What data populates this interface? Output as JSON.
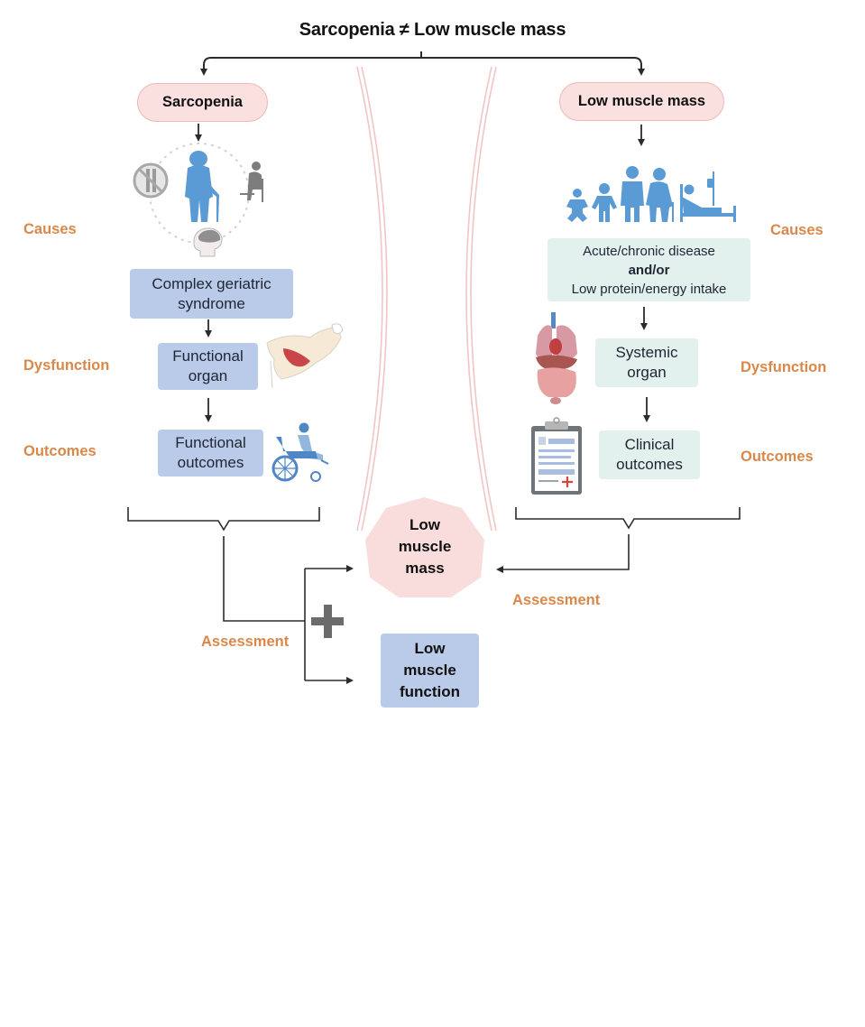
{
  "title": "Sarcopenia ≠ Low muscle mass",
  "colors": {
    "orange_label": "#d9884a",
    "pink_fill": "#fbe0e0",
    "pink_border": "#efb7b9",
    "blue_box": "#b9cbe8",
    "teal_box": "#e2f0ee",
    "icon_blue": "#5b9bd5",
    "connector": "#2b2b2b"
  },
  "left": {
    "header": "Sarcopenia",
    "row_labels": {
      "causes": "Causes",
      "dysfunction": "Dysfunction",
      "outcomes": "Outcomes"
    },
    "boxes": {
      "causes": [
        "Complex geriatric",
        "syndrome"
      ],
      "dysfunction": [
        "Functional",
        "organ"
      ],
      "outcomes": [
        "Functional",
        "outcomes"
      ]
    },
    "icons": [
      "elderly-person-with-cane-icon",
      "prohibited-immobility-icon",
      "seated-elderly-person-icon",
      "brain-head-icon",
      "arm-muscle-icon",
      "wheelchair-user-icon"
    ],
    "assessment_label": "Assessment"
  },
  "right": {
    "header": "Low muscle mass",
    "row_labels": {
      "causes": "Causes",
      "dysfunction": "Dysfunction",
      "outcomes": "Outcomes"
    },
    "boxes": {
      "causes": {
        "line1": "Acute/chronic disease",
        "line2": "and/or",
        "line3": "Low protein/energy intake"
      },
      "dysfunction": [
        "Systemic",
        "organ"
      ],
      "outcomes": [
        "Clinical",
        "outcomes"
      ]
    },
    "icons": [
      "baby-icon",
      "child-icon",
      "adult-icon",
      "elderly-icon",
      "hospital-bed-patient-icon",
      "internal-organs-icon",
      "clinical-clipboard-icon"
    ],
    "assessment_label": "Assessment"
  },
  "center": {
    "low_muscle_mass": [
      "Low",
      "muscle",
      "mass"
    ],
    "low_muscle_function": [
      "Low",
      "muscle",
      "function"
    ],
    "plus_symbol": "+"
  }
}
